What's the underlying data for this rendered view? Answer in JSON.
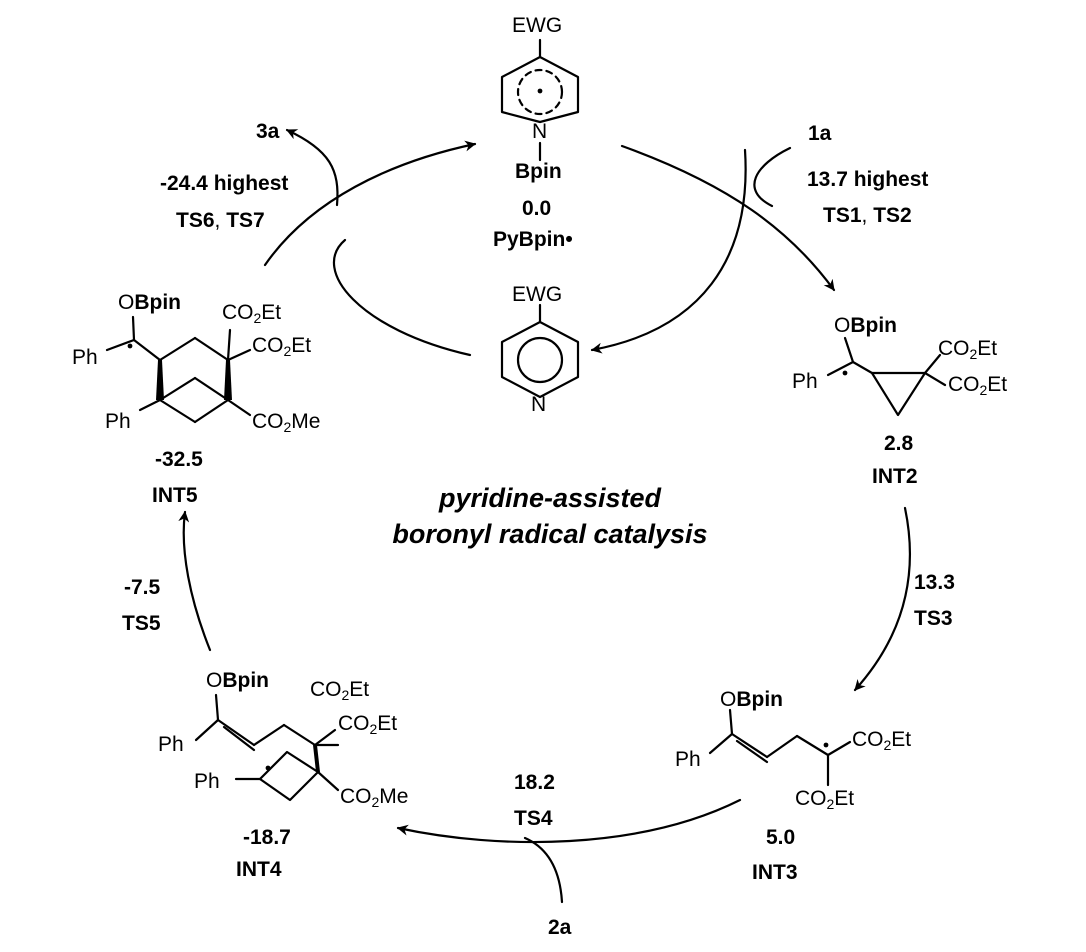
{
  "catalyst": {
    "radical": {
      "ewg": "EWG",
      "n": "N",
      "bpin": "Bpin",
      "energy": "0.0",
      "name": "PyBpin•"
    },
    "pyridine": {
      "ewg": "EWG",
      "n": "N"
    }
  },
  "steps": {
    "entry": {
      "reactant": "1a",
      "energy": "13.7 highest",
      "ts_a": "TS1",
      "sep": ", ",
      "ts_b": "TS2"
    },
    "int2": {
      "obpin": "Bpin",
      "o": "O",
      "ph": "Ph",
      "ester1": "CO",
      "ester1_tail": "Et",
      "ester2": "CO",
      "ester2_tail": "Et",
      "energy": "2.8",
      "name": "INT2"
    },
    "ts3": {
      "energy": "13.3",
      "name": "TS3"
    },
    "int3": {
      "o": "O",
      "bpin": "Bpin",
      "ph": "Ph",
      "ester1": "CO",
      "ester1_tail": "Et",
      "ester2": "CO",
      "ester2_tail": "Et",
      "energy": "5.0",
      "name": "INT3"
    },
    "ts4": {
      "energy": "18.2",
      "name": "TS4",
      "reactant": "2a"
    },
    "int4": {
      "o": "O",
      "bpin": "Bpin",
      "ph1": "Ph",
      "ph2": "Ph",
      "ester1": "CO",
      "ester1_tail": "Et",
      "ester2": "CO",
      "ester2_tail": "Et",
      "ester3": "CO",
      "ester3_tail": "Me",
      "energy": "-18.7",
      "name": "INT4"
    },
    "ts5": {
      "energy": "-7.5",
      "name": "TS5"
    },
    "int5": {
      "o": "O",
      "bpin": "Bpin",
      "ph1": "Ph",
      "ph2": "Ph",
      "ester1": "CO",
      "ester1_tail": "Et",
      "ester2": "CO",
      "ester2_tail": "Et",
      "ester3": "CO",
      "ester3_tail": "Me",
      "energy": "-32.5",
      "name": "INT5"
    },
    "exit": {
      "product": "3a",
      "energy": "-24.4 highest",
      "ts_a": "TS6",
      "sep": ", ",
      "ts_b": "TS7"
    }
  },
  "title": {
    "line1": "pyridine-assisted",
    "line2": "boronyl radical catalysis"
  },
  "subscript": "2"
}
